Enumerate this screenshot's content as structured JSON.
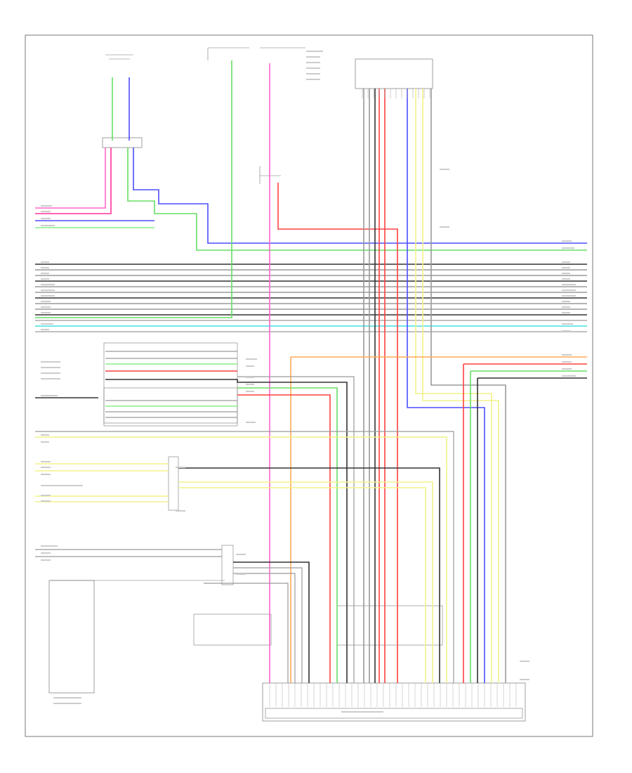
{
  "diagram": {
    "title": "",
    "footer": "",
    "wire_colors": {
      "black": "#333333",
      "gray": "#9a9a9a",
      "red": "#ff4040",
      "pink": "#ff66cc",
      "magenta": "#ff3399",
      "blue": "#4d4dff",
      "green": "#66dd66",
      "light_green": "#88ee88",
      "yellow": "#f2f28a",
      "orange": "#ffaa55",
      "cyan": "#44dddd"
    },
    "components": [
      {
        "id": "top-connector-left"
      },
      {
        "id": "top-connector-center"
      },
      {
        "id": "top-connector-right"
      },
      {
        "id": "main-unit-connector"
      },
      {
        "id": "left-lower-component"
      }
    ]
  }
}
